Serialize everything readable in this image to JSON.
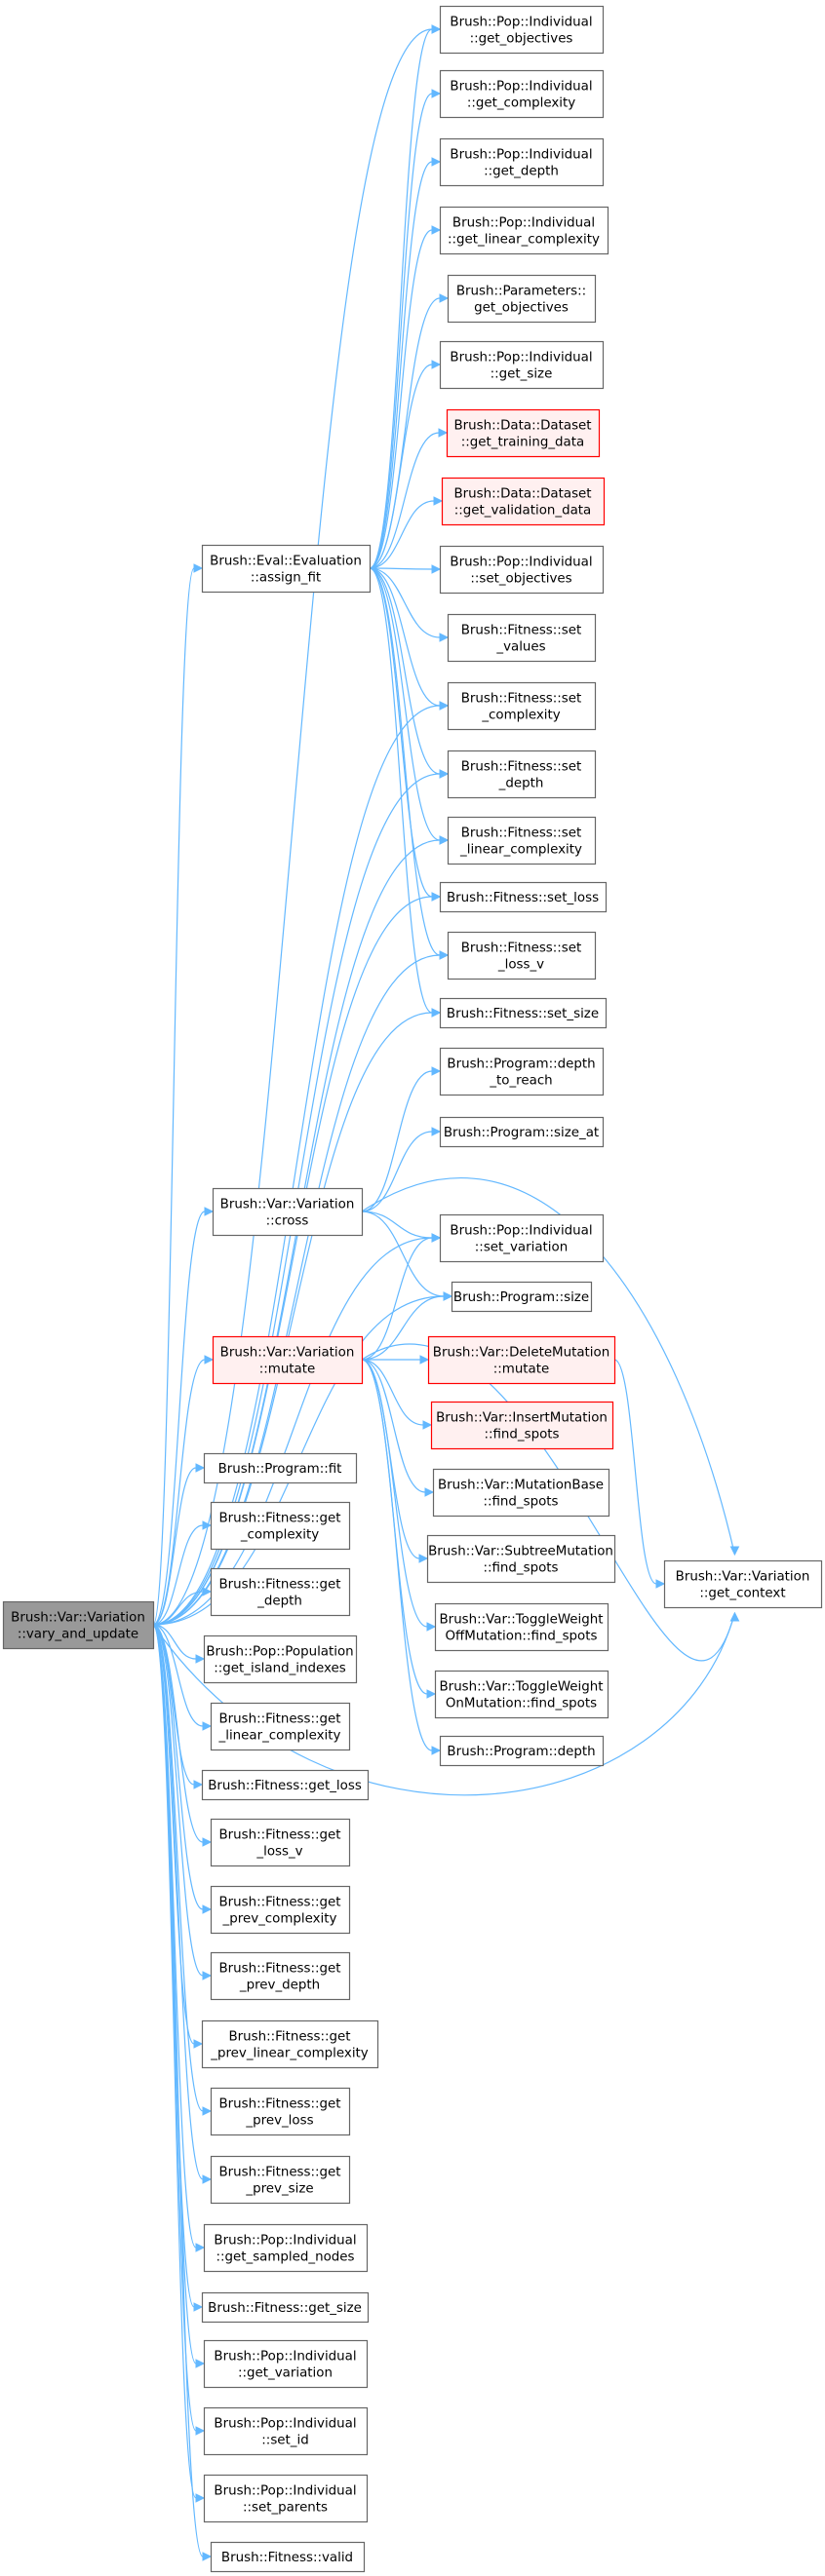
{
  "root": {
    "id": "vary",
    "lines": [
      "Brush::Var::Variation",
      "::vary_and_update"
    ]
  },
  "nodes": [
    {
      "id": "eval",
      "lines": [
        "Brush::Eval::Evaluation",
        "::assign_fit"
      ]
    },
    {
      "id": "ind_get_objectives",
      "lines": [
        "Brush::Pop::Individual",
        "::get_objectives"
      ]
    },
    {
      "id": "ind_get_complexity",
      "lines": [
        "Brush::Pop::Individual",
        "::get_complexity"
      ]
    },
    {
      "id": "ind_get_depth",
      "lines": [
        "Brush::Pop::Individual",
        "::get_depth"
      ]
    },
    {
      "id": "ind_get_linear_complexity",
      "lines": [
        "Brush::Pop::Individual",
        "::get_linear_complexity"
      ]
    },
    {
      "id": "params_get_objectives",
      "lines": [
        "Brush::Parameters::",
        "get_objectives"
      ]
    },
    {
      "id": "ind_get_size",
      "lines": [
        "Brush::Pop::Individual",
        "::get_size"
      ]
    },
    {
      "id": "ds_training",
      "lines": [
        "Brush::Data::Dataset",
        "::get_training_data"
      ],
      "red": true
    },
    {
      "id": "ds_validation",
      "lines": [
        "Brush::Data::Dataset",
        "::get_validation_data"
      ],
      "red": true
    },
    {
      "id": "ind_set_objectives",
      "lines": [
        "Brush::Pop::Individual",
        "::set_objectives"
      ]
    },
    {
      "id": "fit_set_values",
      "lines": [
        "Brush::Fitness::set",
        "_values"
      ]
    },
    {
      "id": "fit_set_complexity",
      "lines": [
        "Brush::Fitness::set",
        "_complexity"
      ]
    },
    {
      "id": "fit_set_depth",
      "lines": [
        "Brush::Fitness::set",
        "_depth"
      ]
    },
    {
      "id": "fit_set_linear_complexity",
      "lines": [
        "Brush::Fitness::set",
        "_linear_complexity"
      ]
    },
    {
      "id": "fit_set_loss",
      "lines": [
        "Brush::Fitness::set_loss"
      ]
    },
    {
      "id": "fit_set_loss_v",
      "lines": [
        "Brush::Fitness::set",
        "_loss_v"
      ]
    },
    {
      "id": "fit_set_size",
      "lines": [
        "Brush::Fitness::set_size"
      ]
    },
    {
      "id": "prog_depth_to_reach",
      "lines": [
        "Brush::Program::depth",
        "_to_reach"
      ]
    },
    {
      "id": "prog_size_at",
      "lines": [
        "Brush::Program::size_at"
      ]
    },
    {
      "id": "cross",
      "lines": [
        "Brush::Var::Variation",
        "::cross"
      ]
    },
    {
      "id": "ind_set_variation",
      "lines": [
        "Brush::Pop::Individual",
        "::set_variation"
      ]
    },
    {
      "id": "prog_size",
      "lines": [
        "Brush::Program::size"
      ]
    },
    {
      "id": "mutate",
      "lines": [
        "Brush::Var::Variation",
        "::mutate"
      ],
      "red": true
    },
    {
      "id": "delete_mutate",
      "lines": [
        "Brush::Var::DeleteMutation",
        "::mutate"
      ],
      "red": true
    },
    {
      "id": "insert_find",
      "lines": [
        "Brush::Var::InsertMutation",
        "::find_spots"
      ],
      "red": true
    },
    {
      "id": "base_find",
      "lines": [
        "Brush::Var::MutationBase",
        "::find_spots"
      ]
    },
    {
      "id": "subtree_find",
      "lines": [
        "Brush::Var::SubtreeMutation",
        "::find_spots"
      ]
    },
    {
      "id": "tw_off_find",
      "lines": [
        "Brush::Var::ToggleWeight",
        "OffMutation::find_spots"
      ]
    },
    {
      "id": "tw_on_find",
      "lines": [
        "Brush::Var::ToggleWeight",
        "OnMutation::find_spots"
      ]
    },
    {
      "id": "prog_depth",
      "lines": [
        "Brush::Program::depth"
      ]
    },
    {
      "id": "get_context",
      "lines": [
        "Brush::Var::Variation",
        "::get_context"
      ]
    },
    {
      "id": "prog_fit",
      "lines": [
        "Brush::Program::fit"
      ]
    },
    {
      "id": "fit_get_complexity",
      "lines": [
        "Brush::Fitness::get",
        "_complexity"
      ]
    },
    {
      "id": "fit_get_depth",
      "lines": [
        "Brush::Fitness::get",
        "_depth"
      ]
    },
    {
      "id": "pop_get_island",
      "lines": [
        "Brush::Pop::Population",
        "::get_island_indexes"
      ]
    },
    {
      "id": "fit_get_linear_complexity",
      "lines": [
        "Brush::Fitness::get",
        "_linear_complexity"
      ]
    },
    {
      "id": "fit_get_loss",
      "lines": [
        "Brush::Fitness::get_loss"
      ]
    },
    {
      "id": "fit_get_loss_v",
      "lines": [
        "Brush::Fitness::get",
        "_loss_v"
      ]
    },
    {
      "id": "fit_get_prev_complexity",
      "lines": [
        "Brush::Fitness::get",
        "_prev_complexity"
      ]
    },
    {
      "id": "fit_get_prev_depth",
      "lines": [
        "Brush::Fitness::get",
        "_prev_depth"
      ]
    },
    {
      "id": "fit_get_prev_linear_complexity",
      "lines": [
        "Brush::Fitness::get",
        "_prev_linear_complexity"
      ]
    },
    {
      "id": "fit_get_prev_loss",
      "lines": [
        "Brush::Fitness::get",
        "_prev_loss"
      ]
    },
    {
      "id": "fit_get_prev_size",
      "lines": [
        "Brush::Fitness::get",
        "_prev_size"
      ]
    },
    {
      "id": "ind_get_sampled_nodes",
      "lines": [
        "Brush::Pop::Individual",
        "::get_sampled_nodes"
      ]
    },
    {
      "id": "fit_get_size",
      "lines": [
        "Brush::Fitness::get_size"
      ]
    },
    {
      "id": "ind_get_variation",
      "lines": [
        "Brush::Pop::Individual",
        "::get_variation"
      ]
    },
    {
      "id": "ind_set_id",
      "lines": [
        "Brush::Pop::Individual",
        "::set_id"
      ]
    },
    {
      "id": "ind_set_parents",
      "lines": [
        "Brush::Pop::Individual",
        "::set_parents"
      ]
    },
    {
      "id": "fit_valid",
      "lines": [
        "Brush::Fitness::valid"
      ]
    }
  ],
  "edges": [
    [
      "vary",
      "eval"
    ],
    [
      "vary",
      "ind_get_objectives"
    ],
    [
      "vary",
      "fit_set_complexity"
    ],
    [
      "vary",
      "fit_set_depth"
    ],
    [
      "vary",
      "fit_set_linear_complexity"
    ],
    [
      "vary",
      "fit_set_loss"
    ],
    [
      "vary",
      "fit_set_loss_v"
    ],
    [
      "vary",
      "fit_set_size"
    ],
    [
      "vary",
      "cross"
    ],
    [
      "vary",
      "ind_set_variation"
    ],
    [
      "vary",
      "prog_size"
    ],
    [
      "vary",
      "mutate"
    ],
    [
      "vary",
      "get_context"
    ],
    [
      "vary",
      "prog_fit"
    ],
    [
      "vary",
      "fit_get_complexity"
    ],
    [
      "vary",
      "fit_get_depth"
    ],
    [
      "vary",
      "pop_get_island"
    ],
    [
      "vary",
      "fit_get_linear_complexity"
    ],
    [
      "vary",
      "fit_get_loss"
    ],
    [
      "vary",
      "fit_get_loss_v"
    ],
    [
      "vary",
      "fit_get_prev_complexity"
    ],
    [
      "vary",
      "fit_get_prev_depth"
    ],
    [
      "vary",
      "fit_get_prev_linear_complexity"
    ],
    [
      "vary",
      "fit_get_prev_loss"
    ],
    [
      "vary",
      "fit_get_prev_size"
    ],
    [
      "vary",
      "ind_get_sampled_nodes"
    ],
    [
      "vary",
      "fit_get_size"
    ],
    [
      "vary",
      "ind_get_variation"
    ],
    [
      "vary",
      "ind_set_id"
    ],
    [
      "vary",
      "ind_set_parents"
    ],
    [
      "vary",
      "fit_valid"
    ],
    [
      "eval",
      "ind_get_objectives"
    ],
    [
      "eval",
      "ind_get_complexity"
    ],
    [
      "eval",
      "ind_get_depth"
    ],
    [
      "eval",
      "ind_get_linear_complexity"
    ],
    [
      "eval",
      "params_get_objectives"
    ],
    [
      "eval",
      "ind_get_size"
    ],
    [
      "eval",
      "ds_training"
    ],
    [
      "eval",
      "ds_validation"
    ],
    [
      "eval",
      "ind_set_objectives"
    ],
    [
      "eval",
      "fit_set_values"
    ],
    [
      "eval",
      "fit_set_complexity"
    ],
    [
      "eval",
      "fit_set_depth"
    ],
    [
      "eval",
      "fit_set_linear_complexity"
    ],
    [
      "eval",
      "fit_set_loss"
    ],
    [
      "eval",
      "fit_set_loss_v"
    ],
    [
      "eval",
      "fit_set_size"
    ],
    [
      "cross",
      "prog_depth_to_reach"
    ],
    [
      "cross",
      "prog_size_at"
    ],
    [
      "cross",
      "get_context"
    ],
    [
      "cross",
      "ind_set_variation"
    ],
    [
      "cross",
      "prog_size"
    ],
    [
      "mutate",
      "ind_set_variation"
    ],
    [
      "mutate",
      "prog_size"
    ],
    [
      "mutate",
      "delete_mutate"
    ],
    [
      "mutate",
      "insert_find"
    ],
    [
      "mutate",
      "base_find"
    ],
    [
      "mutate",
      "subtree_find"
    ],
    [
      "mutate",
      "tw_off_find"
    ],
    [
      "mutate",
      "tw_on_find"
    ],
    [
      "mutate",
      "prog_depth"
    ],
    [
      "mutate",
      "get_context"
    ],
    [
      "delete_mutate",
      "get_context"
    ]
  ]
}
